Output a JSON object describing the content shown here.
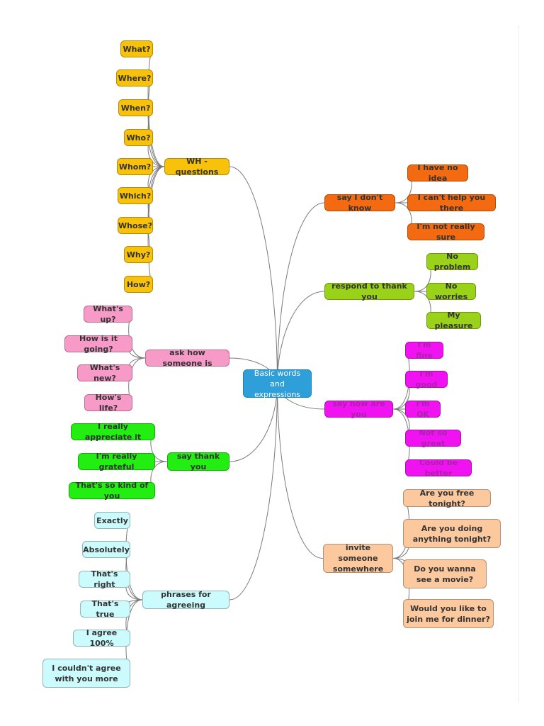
{
  "central": {
    "label": "Basic words and expressions",
    "color": "#2e9fd8",
    "text_color": "#ffffff"
  },
  "branches": [
    {
      "id": "wh",
      "label": "WH - questions",
      "color": "#f9c20a",
      "text_color": "#333333",
      "children": [
        "What?",
        "Where?",
        "When?",
        "Who?",
        "Whom?",
        "Which?",
        "Whose?",
        "Why?",
        "How?"
      ]
    },
    {
      "id": "ask",
      "label": "ask how someone is",
      "color": "#f79ac7",
      "text_color": "#333333",
      "children": [
        "What's up?",
        "How is it going?",
        "What's new?",
        "How's life?"
      ]
    },
    {
      "id": "thank",
      "label": "say thank you",
      "color": "#22ee11",
      "text_color": "#333333",
      "children": [
        "I really appreciate it",
        "I'm really grateful",
        "That's so kind of you"
      ]
    },
    {
      "id": "agree",
      "label": "phrases for agreeing",
      "color": "#ccfbfd",
      "text_color": "#333333",
      "children": [
        "Exactly",
        "Absolutely",
        "That's right",
        "That's true",
        "I agree 100%",
        "I couldn't agree with you more"
      ]
    },
    {
      "id": "dontknow",
      "label": "say I don't know",
      "color": "#f36a10",
      "text_color": "#333333",
      "children": [
        "I have no idea",
        "I can't help you there",
        "I'm not really sure"
      ]
    },
    {
      "id": "respond",
      "label": "respond to thank you",
      "color": "#9ad21a",
      "text_color": "#333333",
      "children": [
        "No problem",
        "No worries",
        "My pleasure"
      ]
    },
    {
      "id": "howare",
      "label": "say how are you",
      "color": "#f112f1",
      "text_color": "#aa22aa",
      "children": [
        "I'm fine",
        "I'm good",
        "I'm OK",
        "Not so great",
        "Could be better"
      ]
    },
    {
      "id": "invite",
      "label": "invite someone somewhere",
      "color": "#fcc89e",
      "text_color": "#333333",
      "children": [
        "Are you free tonight?",
        "Are you doing anything tonight?",
        "Do you wanna see a movie?",
        "Would you like to join me for dinner?"
      ]
    }
  ]
}
